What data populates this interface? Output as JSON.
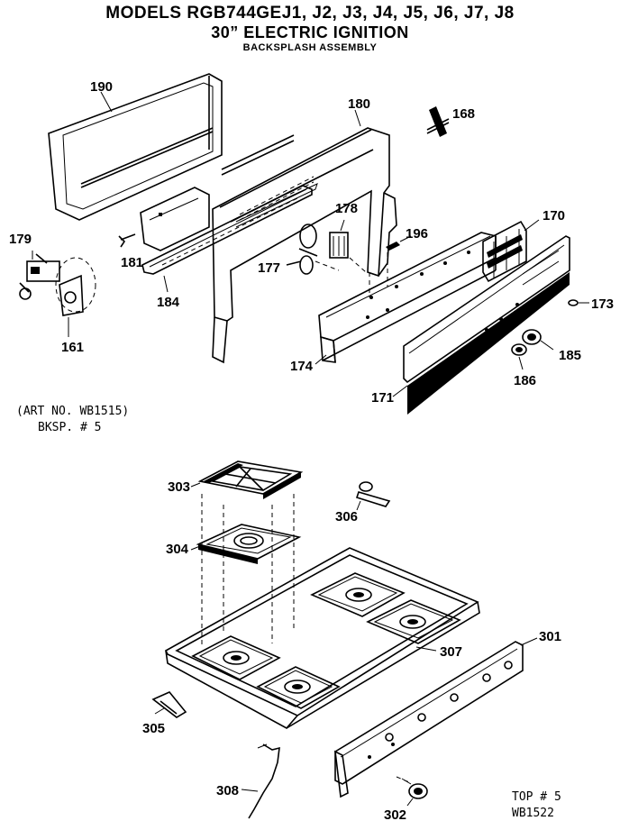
{
  "title": {
    "line1": "MODELS RGB744GEJ1, J2, J3, J4, J5, J6, J7, J8",
    "line2": "30” ELECTRIC IGNITION",
    "line3": "BACKSPLASH ASSEMBLY"
  },
  "callouts": {
    "p190": "190",
    "p180": "180",
    "p168": "168",
    "p178": "178",
    "p196": "196",
    "p170": "170",
    "p179": "179",
    "p181": "181",
    "p177": "177",
    "p184": "184",
    "p173": "173",
    "p161": "161",
    "p185": "185",
    "p174": "174",
    "p186": "186",
    "p171": "171",
    "p303": "303",
    "p306": "306",
    "p304": "304",
    "p307": "307",
    "p301": "301",
    "p305": "305",
    "p308": "308",
    "p302": "302"
  },
  "notes": {
    "backsplash_art": "(ART NO. WB1515)",
    "backsplash_ref": "BKSP. # 5",
    "top_ref": "TOP # 5",
    "top_art": "WB1522"
  }
}
